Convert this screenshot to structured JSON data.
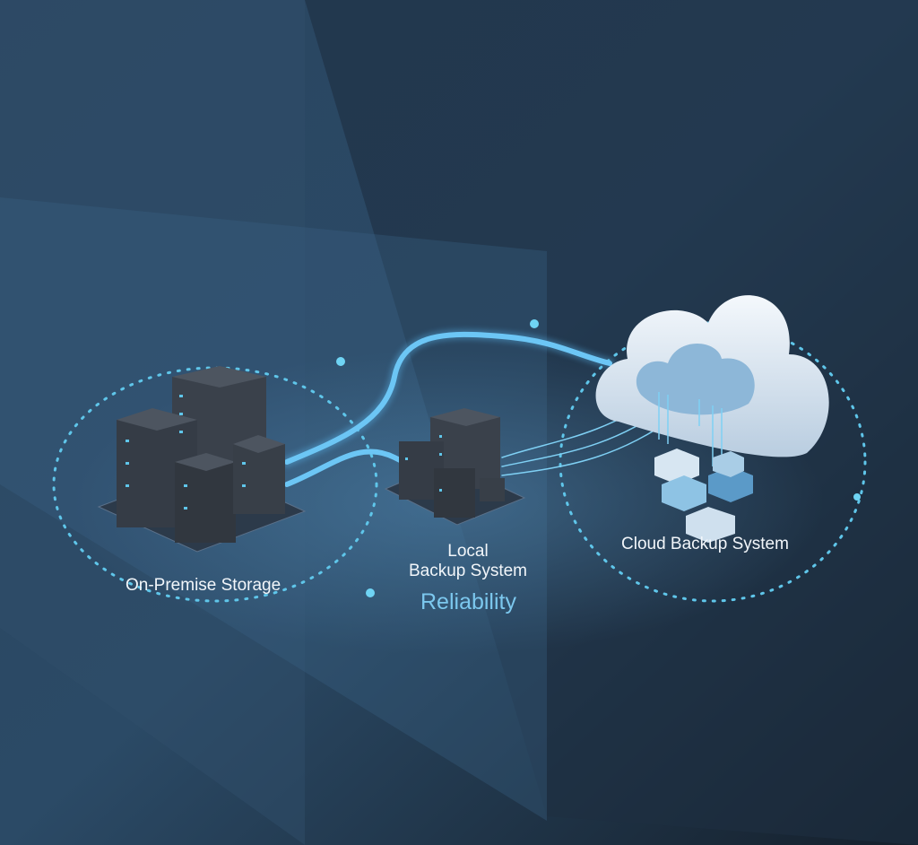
{
  "labels": {
    "on_premise": "On-Premise Storage",
    "local_line1": "Local",
    "local_line2": "Backup System",
    "cloud": "Cloud Backup System",
    "theme": "Reliability"
  },
  "colors": {
    "background": "#1b2a3b",
    "cable": "#5ab8f0",
    "accent": "#7cc8ee",
    "server": "#3a414b",
    "cloud": "#dfe9f3"
  }
}
